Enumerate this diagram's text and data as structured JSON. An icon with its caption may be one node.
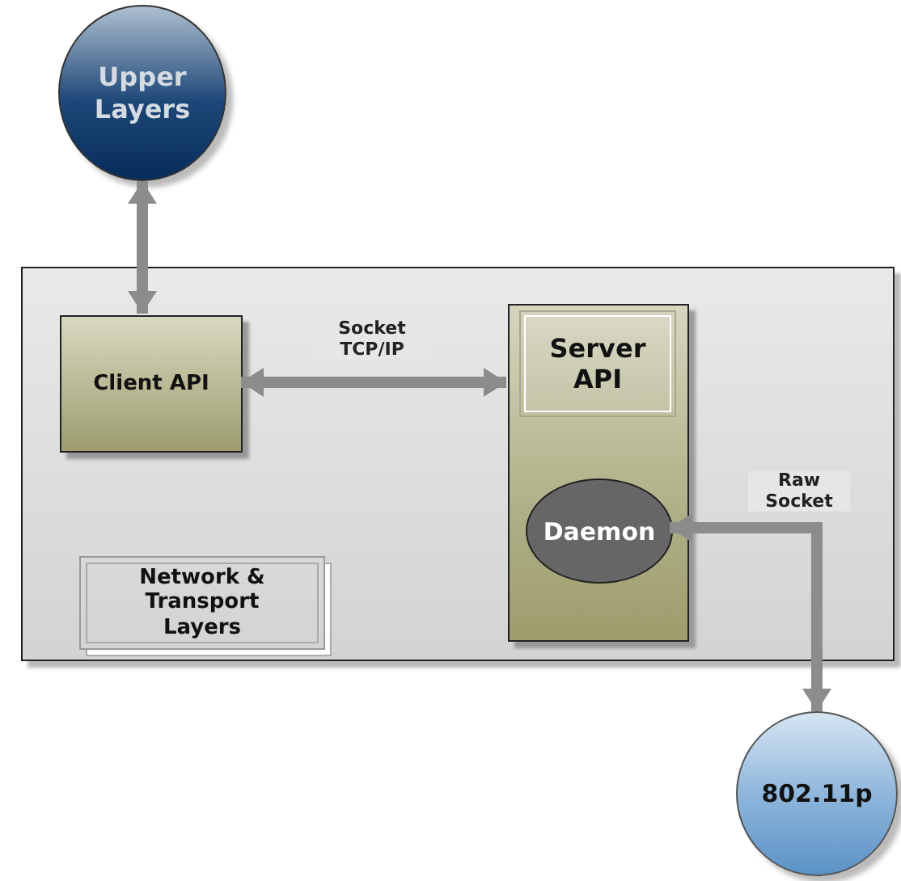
{
  "diagram": {
    "nodes": [
      {
        "text": [
          "Upper Layers"
        ]
      },
      {
        "text": [],
        "shape": "box"
      },
      {
        "text": [
          "Client API"
        ],
        "in": 1
      },
      {
        "text": [],
        "shape": "box",
        "in": 1
      },
      {
        "text": [
          "Server API"
        ],
        "in": 3
      },
      {
        "text": [
          "Daemon"
        ],
        "in": 3
      },
      {
        "text": [
          "Network & Transport Layers"
        ],
        "in": 1
      },
      {
        "text": [
          "802.11p"
        ]
      }
    ],
    "edges": [
      {
        "from": 0,
        "to": 2,
        "arrow": "both"
      },
      {
        "from": 2,
        "to": 3,
        "arrow": "both",
        "label": "Socket TCP/IP"
      },
      {
        "from": 5,
        "to": 7,
        "arrow": "both",
        "label": "Raw Socket"
      }
    ]
  }
}
